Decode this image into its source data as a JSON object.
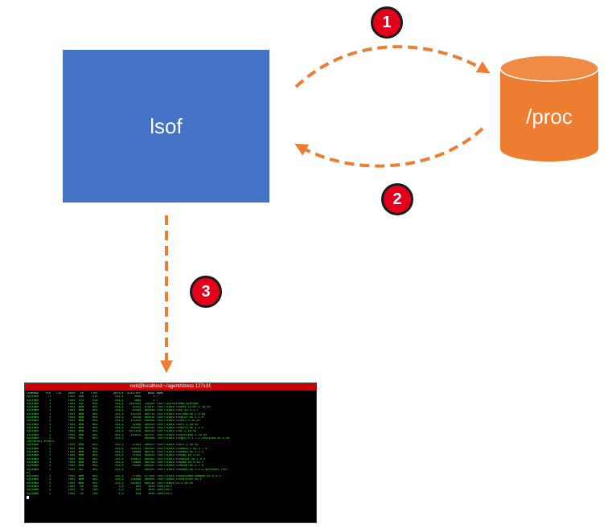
{
  "nodes": {
    "lsof": "lsof",
    "proc": "/proc"
  },
  "steps": [
    "1",
    "2",
    "3"
  ],
  "colors": {
    "box": "#4472c4",
    "cylinder": "#ed7d31",
    "arrow": "#ed7d31",
    "badge": "#e3001b",
    "terminal_bg": "#000000",
    "terminal_text": "#33ff33",
    "terminal_titlebar": "#cc0000"
  },
  "terminal": {
    "title": "root@localhost:~/agent/stress 127x31",
    "header": "COMMAND    PID   TID    USER   FD    TYPE         DEVICE  SIZE/OFF    NODE NAME",
    "lines": [
      "systemd      1          root  cwd     DIR          253,1      4096       2 /",
      "systemd      1          root  rtd     DIR          253,1      4096       2 /",
      "systemd      1          root  txt     REG          253,1   1482432  765364 /usr/lib/systemd/systemd",
      "systemd      1          root  mem     REG          253,1     62424  678511 /usr/lib64/libnss_files-2.18.so",
      "systemd      1          root  mem     REG          253,1     92560  685568 /usr/lib64/libz.so.1.2.7",
      "systemd      1          root  mem     REG          253,1    155416  680718 /usr/lib64/liblzma.so.5.0.99",
      "systemd      1          root  mem     REG          253,1     19536  680526 /usr/lib64/libattr.so.1.1.0",
      "systemd      1          root  mem     REG          253,1    115224  685606 /usr/lib64/libnsl-2.18.so",
      "systemd      1          root  mem     REG          253,1     32448  685540 /usr/lib64/librt-2.18.so",
      "systemd      1          root  mem     REG          253,1    300152  685582 /usr/lib64/libpcre.so.1.2.1",
      "systemd      1          root  mem     REG          253,1   2071976  685530 /usr/lib64/libc-2.18.so",
      "systemd      1          root  mem     REG          253,1    144552  681357 /usr/lib64/libpthread-2.18.so",
      "systemd      1          root  DEL     REG          253,1            685566 /usr/lib64/libgcc_s-4.7.2-20121109.so.1;4b",
      "(deleted) ef0e7f",
      "systemd      1          root  mem     REG          253,1     47624  685557 /usr/lib64/librt-2.18.so",
      "systemd      1          root  mem     REG          253,1    264512  685456 /usr/lib64/libdbus-1.so.3.7.4",
      "systemd      1          root  mem     REG          253,1     90968  685795 /usr/lib64/libkmod.so.2.2.2",
      "systemd      1          root  mem     REG          253,1     21424  685623 /usr/lib64/libcap.so.2.22",
      "systemd      1          root  mem     REG          253,1    108672  685859 /usr/lib64/libaudit.so.1.0.0",
      "systemd      1          root  mem     REG          253,1     58968  685762 /usr/lib64/libpam.so.0.83.1",
      "systemd      1          root  mem     REG          253,1     44592  685587 /usr/lib64/libwrap.so.0.7.6",
      "systemd      1          root  DEL     REG          253,1            685581 /usr/lib64/libudev.so.1.3.2;4prd1b9f;f5b7",
      "b)",
      "systemd      1          root  mem     REG          253,1     17984  677983 /usr/lib64/libsystemd-daemon.so.0.0.9",
      "systemd      1          root  mem     REG          253,1    136488  685505 /usr/lib64/libselinux.so.1",
      "systemd      1          root  mem     REG          253,1    162824  685538 /usr/lib64/ld-2.18.so",
      "systemd      1          root   0u     CHR            1,3       0t0    1028 /dev/null",
      "systemd      1          root   1u     CHR            1,3       0t0    1028 /dev/null",
      "systemd      1          root   2u     CHR            1,3       0t0    1028 /dev/null"
    ]
  }
}
